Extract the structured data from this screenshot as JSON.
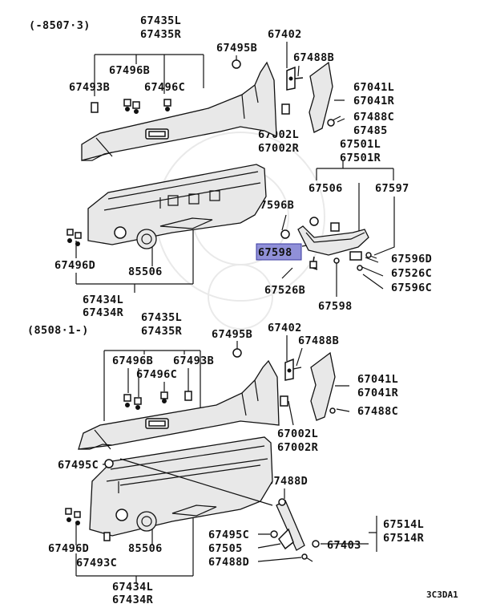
{
  "sections": [
    {
      "range": "(-8507·3)",
      "labels": {
        "l67435": "67435L",
        "r67435": "67435R",
        "p67495b": "67495B",
        "p67402": "67402",
        "p67488b": "67488B",
        "p67496b": "67496B",
        "p67493b": "67493B",
        "p67496c": "67496C",
        "l67041": "67041L",
        "r67041": "67041R",
        "p67488c": "67488C",
        "p67485": "67485",
        "l67002": "67002L",
        "r67002": "67002R",
        "l67501": "67501L",
        "r67501": "67501R",
        "p67506": "67506",
        "p67597": "67597",
        "p67596b": "67596B",
        "p67598a": "67598",
        "p67596d": "67596D",
        "p67526c": "67526C",
        "p67596c": "67596C",
        "p67526b": "67526B",
        "p67598b": "67598",
        "p67496d": "67496D",
        "p85506": "85506",
        "l67434": "67434L",
        "r67434": "67434R"
      }
    },
    {
      "range": "(8508·1-)",
      "labels": {
        "l67435": "67435L",
        "r67435": "67435R",
        "p67495b": "67495B",
        "p67402": "67402",
        "p67488b": "67488B",
        "p67496b": "67496B",
        "p67493b": "67493B",
        "p67496c": "67496C",
        "l67041": "67041L",
        "r67041": "67041R",
        "p67488c": "67488C",
        "l67002": "67002L",
        "r67002": "67002R",
        "p67495c_top": "67495C",
        "p67488d_top": "67488D",
        "l67514": "67514L",
        "r67514": "67514R",
        "p67495c_low": "67495C",
        "p67403": "67403",
        "p67505": "67505",
        "p67488d_low": "67488D",
        "p67496d": "67496D",
        "p85506": "85506",
        "p67493c": "67493C",
        "l67434": "67434L",
        "r67434": "67434R"
      }
    }
  ],
  "footer_code": "3C3DA1",
  "highlight_color": "#9090d8"
}
